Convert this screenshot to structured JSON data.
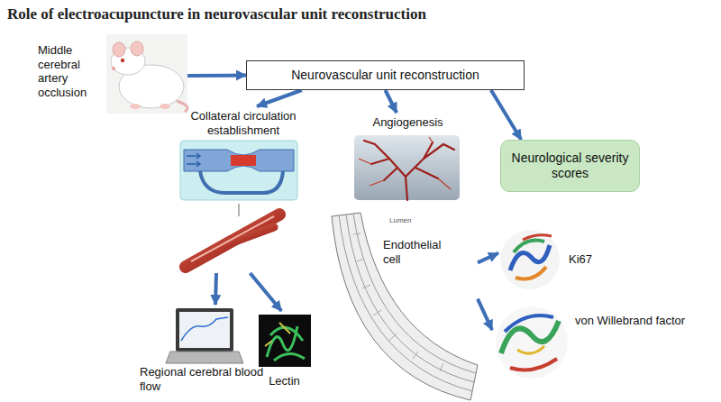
{
  "diagram": {
    "title": "Role of electroacupuncture in neurovascular unit reconstruction",
    "nodes": [
      {
        "text": [
          "Middle cerebral artery occlusion"
        ]
      },
      {
        "text": [
          "Neurovascular unit reconstruction"
        ]
      },
      {
        "text": [
          "Collateral circulation establishment"
        ]
      },
      {
        "text": [
          "Angiogenesis"
        ]
      },
      {
        "text": [
          "Neurological severity scores"
        ]
      },
      {
        "text": [
          "Regional cerebral blood flow"
        ]
      },
      {
        "text": [
          "Lectin"
        ]
      },
      {
        "text": [
          "Endothelial cell"
        ]
      },
      {
        "text": [
          "Ki67"
        ]
      },
      {
        "text": [
          "von Willebrand factor"
        ]
      }
    ],
    "edges": [
      {
        "from": 0,
        "to": 1,
        "arrow": "to"
      },
      {
        "from": 1,
        "to": 2,
        "arrow": "to"
      },
      {
        "from": 1,
        "to": 3,
        "arrow": "to"
      },
      {
        "from": 1,
        "to": 4,
        "arrow": "to"
      },
      {
        "from": 2,
        "to": 5,
        "arrow": "to"
      },
      {
        "from": 2,
        "to": 6,
        "arrow": "to"
      },
      {
        "from": 7,
        "to": 8,
        "arrow": "to"
      },
      {
        "from": 7,
        "to": 9,
        "arrow": "to"
      }
    ],
    "labels": [
      "Lumen"
    ]
  }
}
